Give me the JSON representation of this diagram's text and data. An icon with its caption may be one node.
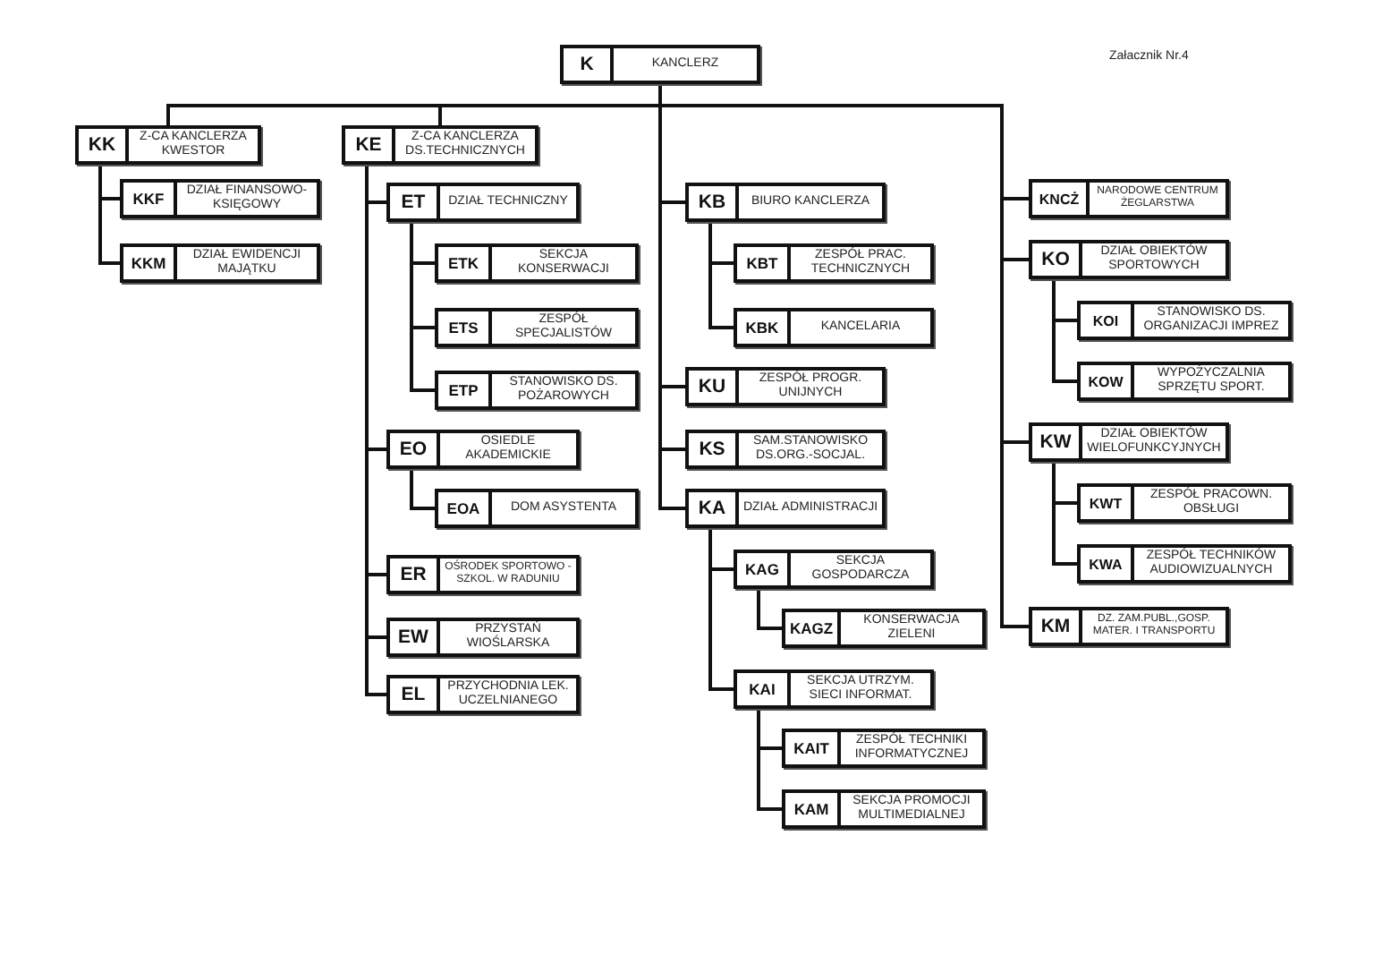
{
  "diagram": {
    "nodes": [
      {
        "text": [
          "K",
          "KANCLERZ"
        ]
      },
      {
        "text": [
          "KK",
          "Z-CA KANCLERZA KWESTOR"
        ]
      },
      {
        "text": [
          "KE",
          "Z-CA KANCLERZA DS.TECHNICZNYCH"
        ]
      },
      {
        "text": [
          "KKF",
          "DZIAŁ FINANSOWO-KSIĘGOWY"
        ]
      },
      {
        "text": [
          "KKM",
          "DZIAŁ EWIDENCJI MAJĄTKU"
        ]
      },
      {
        "text": [
          "ET",
          "DZIAŁ TECHNICZNY"
        ]
      },
      {
        "text": [
          "ETK",
          "SEKCJA KONSERWACJI"
        ]
      },
      {
        "text": [
          "ETS",
          "ZESPÓŁ SPECJALISTÓW"
        ]
      },
      {
        "text": [
          "ETP",
          "STANOWISKO DS. POŻAROWYCH"
        ]
      },
      {
        "text": [
          "EO",
          "OSIEDLE AKADEMICKIE"
        ]
      },
      {
        "text": [
          "EOA",
          "DOM ASYSTENTA"
        ]
      },
      {
        "text": [
          "ER",
          "OŚRODEK SPORTOWO - SZKOL. W RADUNIU"
        ]
      },
      {
        "text": [
          "EW",
          "PRZYSTAŃ WIOŚLARSKA"
        ]
      },
      {
        "text": [
          "EL",
          "PRZYCHODNIA LEK. UCZELNIANEGO"
        ]
      },
      {
        "text": [
          "KB",
          "BIURO KANCLERZA"
        ]
      },
      {
        "text": [
          "KBT",
          "ZESPÓŁ PRAC. TECHNICZNYCH"
        ]
      },
      {
        "text": [
          "KBK",
          "KANCELARIA"
        ]
      },
      {
        "text": [
          "KU",
          "ZESPÓŁ PROGR. UNIJNYCH"
        ]
      },
      {
        "text": [
          "KS",
          "SAM.STANOWISKO DS.ORG.-SOCJAL."
        ]
      },
      {
        "text": [
          "KA",
          "DZIAŁ ADMINISTRACJI"
        ]
      },
      {
        "text": [
          "KAG",
          "SEKCJA GOSPODARCZA"
        ]
      },
      {
        "text": [
          "KAGZ",
          "KONSERWACJA ZIELENI"
        ]
      },
      {
        "text": [
          "KAI",
          "SEKCJA UTRZYM. SIECI INFORMAT."
        ]
      },
      {
        "text": [
          "KAIT",
          "ZESPÓŁ TECHNIKI INFORMATYCZNEJ"
        ]
      },
      {
        "text": [
          "KAM",
          "SEKCJA PROMOCJI MULTIMEDIALNEJ"
        ]
      },
      {
        "text": [
          "KNCŻ",
          "NARODOWE CENTRUM ŻEGLARSTWA"
        ]
      },
      {
        "text": [
          "KO",
          "DZIAŁ OBIEKTÓW SPORTOWYCH"
        ]
      },
      {
        "text": [
          "KOI",
          "STANOWISKO DS. ORGANIZACJI IMPREZ"
        ]
      },
      {
        "text": [
          "KOW",
          "WYPOŻYCZALNIA SPRZĘTU SPORT."
        ]
      },
      {
        "text": [
          "KW",
          "DZIAŁ OBIEKTÓW WIELOFUNKCYJNYCH"
        ]
      },
      {
        "text": [
          "KWT",
          "ZESPÓŁ PRACOWN. OBSŁUGI"
        ]
      },
      {
        "text": [
          "KWA",
          "ZESPÓŁ TECHNIKÓW AUDIOWIZUALNYCH"
        ]
      },
      {
        "text": [
          "KM",
          "DZ. ZAM.PUBL.,GOSP. MATER. I TRANSPORTU"
        ]
      }
    ],
    "edges": [
      {
        "from": 0,
        "to": 1,
        "arrow": "none"
      },
      {
        "from": 0,
        "to": 2,
        "arrow": "none"
      },
      {
        "from": 1,
        "to": 3,
        "arrow": "none"
      },
      {
        "from": 1,
        "to": 4,
        "arrow": "none"
      },
      {
        "from": 2,
        "to": 5,
        "arrow": "none"
      },
      {
        "from": 5,
        "to": 6,
        "arrow": "none"
      },
      {
        "from": 5,
        "to": 7,
        "arrow": "none"
      },
      {
        "from": 5,
        "to": 8,
        "arrow": "none"
      },
      {
        "from": 2,
        "to": 9,
        "arrow": "none"
      },
      {
        "from": 9,
        "to": 10,
        "arrow": "none"
      },
      {
        "from": 2,
        "to": 11,
        "arrow": "none"
      },
      {
        "from": 2,
        "to": 12,
        "arrow": "none"
      },
      {
        "from": 2,
        "to": 13,
        "arrow": "none"
      },
      {
        "from": 0,
        "to": 14,
        "arrow": "none"
      },
      {
        "from": 14,
        "to": 15,
        "arrow": "none"
      },
      {
        "from": 14,
        "to": 16,
        "arrow": "none"
      },
      {
        "from": 0,
        "to": 17,
        "arrow": "none"
      },
      {
        "from": 0,
        "to": 18,
        "arrow": "none"
      },
      {
        "from": 0,
        "to": 19,
        "arrow": "none"
      },
      {
        "from": 19,
        "to": 20,
        "arrow": "none"
      },
      {
        "from": 20,
        "to": 21,
        "arrow": "none"
      },
      {
        "from": 19,
        "to": 22,
        "arrow": "none"
      },
      {
        "from": 22,
        "to": 23,
        "arrow": "none"
      },
      {
        "from": 22,
        "to": 24,
        "arrow": "none"
      },
      {
        "from": 0,
        "to": 25,
        "arrow": "none"
      },
      {
        "from": 0,
        "to": 26,
        "arrow": "none"
      },
      {
        "from": 26,
        "to": 27,
        "arrow": "none"
      },
      {
        "from": 26,
        "to": 28,
        "arrow": "none"
      },
      {
        "from": 0,
        "to": 29,
        "arrow": "none"
      },
      {
        "from": 29,
        "to": 30,
        "arrow": "none"
      },
      {
        "from": 29,
        "to": 31,
        "arrow": "none"
      },
      {
        "from": 0,
        "to": 32,
        "arrow": "none"
      }
    ],
    "labels": [
      "Załacznik Nr.4"
    ]
  }
}
